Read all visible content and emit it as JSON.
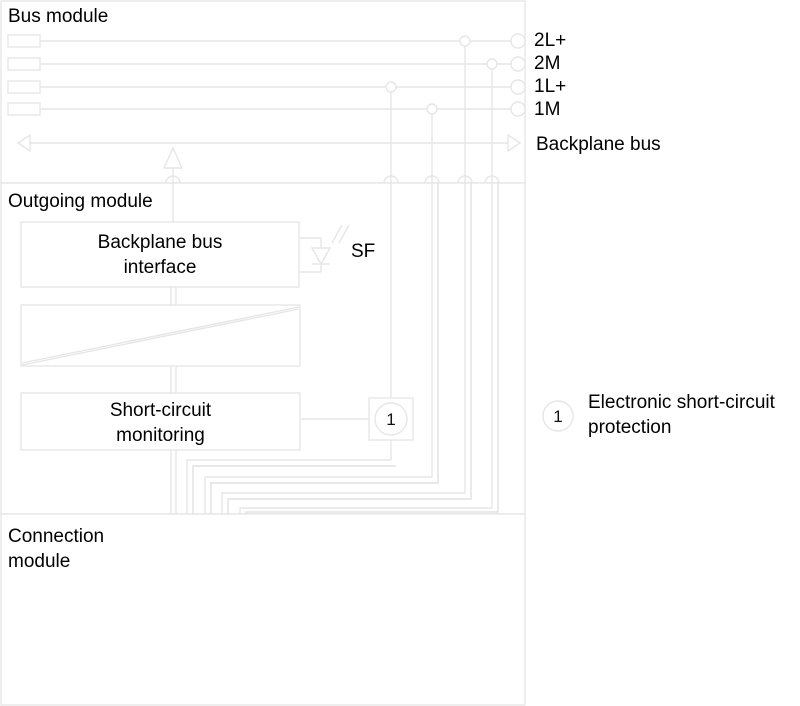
{
  "diagram": {
    "title": "Bus module / Outgoing module / Connection module block diagram",
    "colors": {
      "line": "#e8e8e8",
      "line_dark": "#dcdcdc",
      "text": "#000000",
      "background": "#ffffff"
    },
    "modules": [
      {
        "id": "bus-module",
        "label": "Bus module"
      },
      {
        "id": "outgoing-module",
        "label": "Outgoing module"
      },
      {
        "id": "connection-module",
        "label": "Connection\nmodule"
      }
    ],
    "bus_module": {
      "label": "Bus module",
      "supply_rails": [
        {
          "name": "2L+",
          "label": "2L+"
        },
        {
          "name": "2M",
          "label": "2M"
        },
        {
          "name": "1L+",
          "label": "1L+"
        },
        {
          "name": "1M",
          "label": "1M"
        }
      ],
      "backplane_bus_label": "Backplane bus",
      "terminal_count": 4
    },
    "outgoing_module": {
      "label": "Outgoing module",
      "blocks": [
        {
          "id": "backplane-bus-interface",
          "label": "Backplane bus\ninterface",
          "line1": "Backplane bus",
          "line2": "interface"
        },
        {
          "id": "output-driver",
          "label": ""
        },
        {
          "id": "short-circuit-monitoring",
          "label": "Short-circuit\nmonitoring",
          "line1": "Short-circuit",
          "line2": "monitoring"
        }
      ],
      "led_label": "SF",
      "protection_marker": "1"
    },
    "connection_module": {
      "label_line1": "Connection",
      "label_line2": "module"
    },
    "legend": [
      {
        "marker": "1",
        "text_line1": "Electronic short-circuit",
        "text_line2": "protection",
        "text": "Electronic short-circuit protection"
      }
    ]
  }
}
